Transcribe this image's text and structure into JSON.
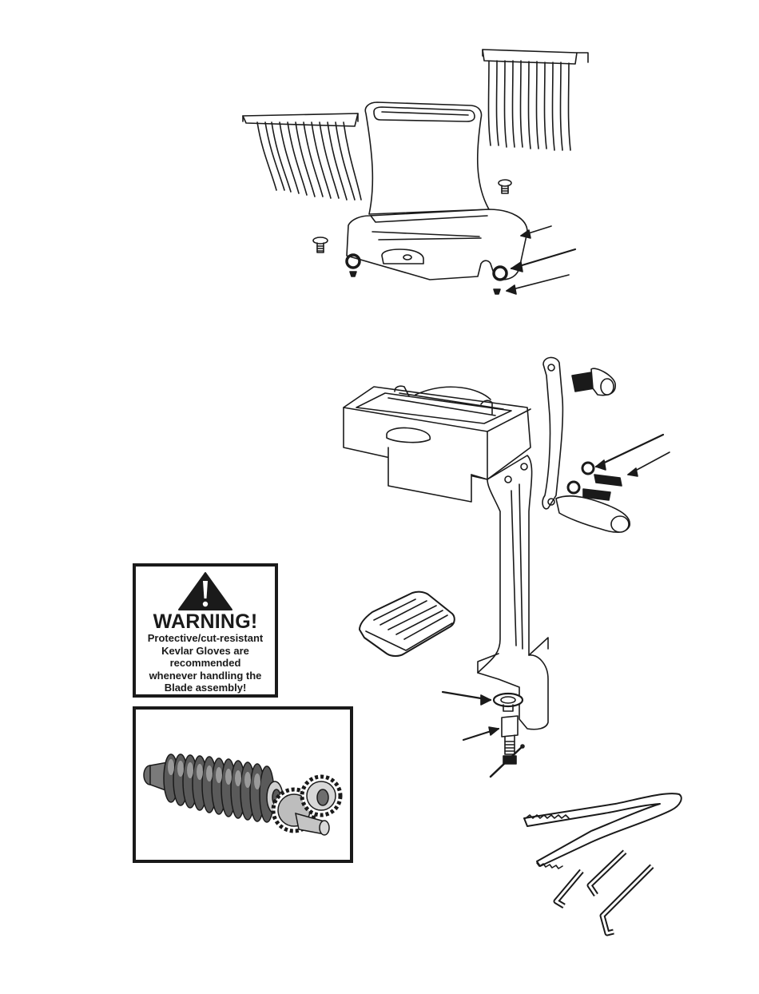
{
  "warning": {
    "title": "WARNING!",
    "lines": [
      "Protective/cut-resistant",
      "Kevlar Gloves are",
      "recommended",
      "whenever handling the",
      "Blade assembly!"
    ]
  },
  "icons": [
    "warning-triangle-icon"
  ],
  "colors": {
    "ink": "#1a1a1a",
    "paper": "#ffffff"
  }
}
